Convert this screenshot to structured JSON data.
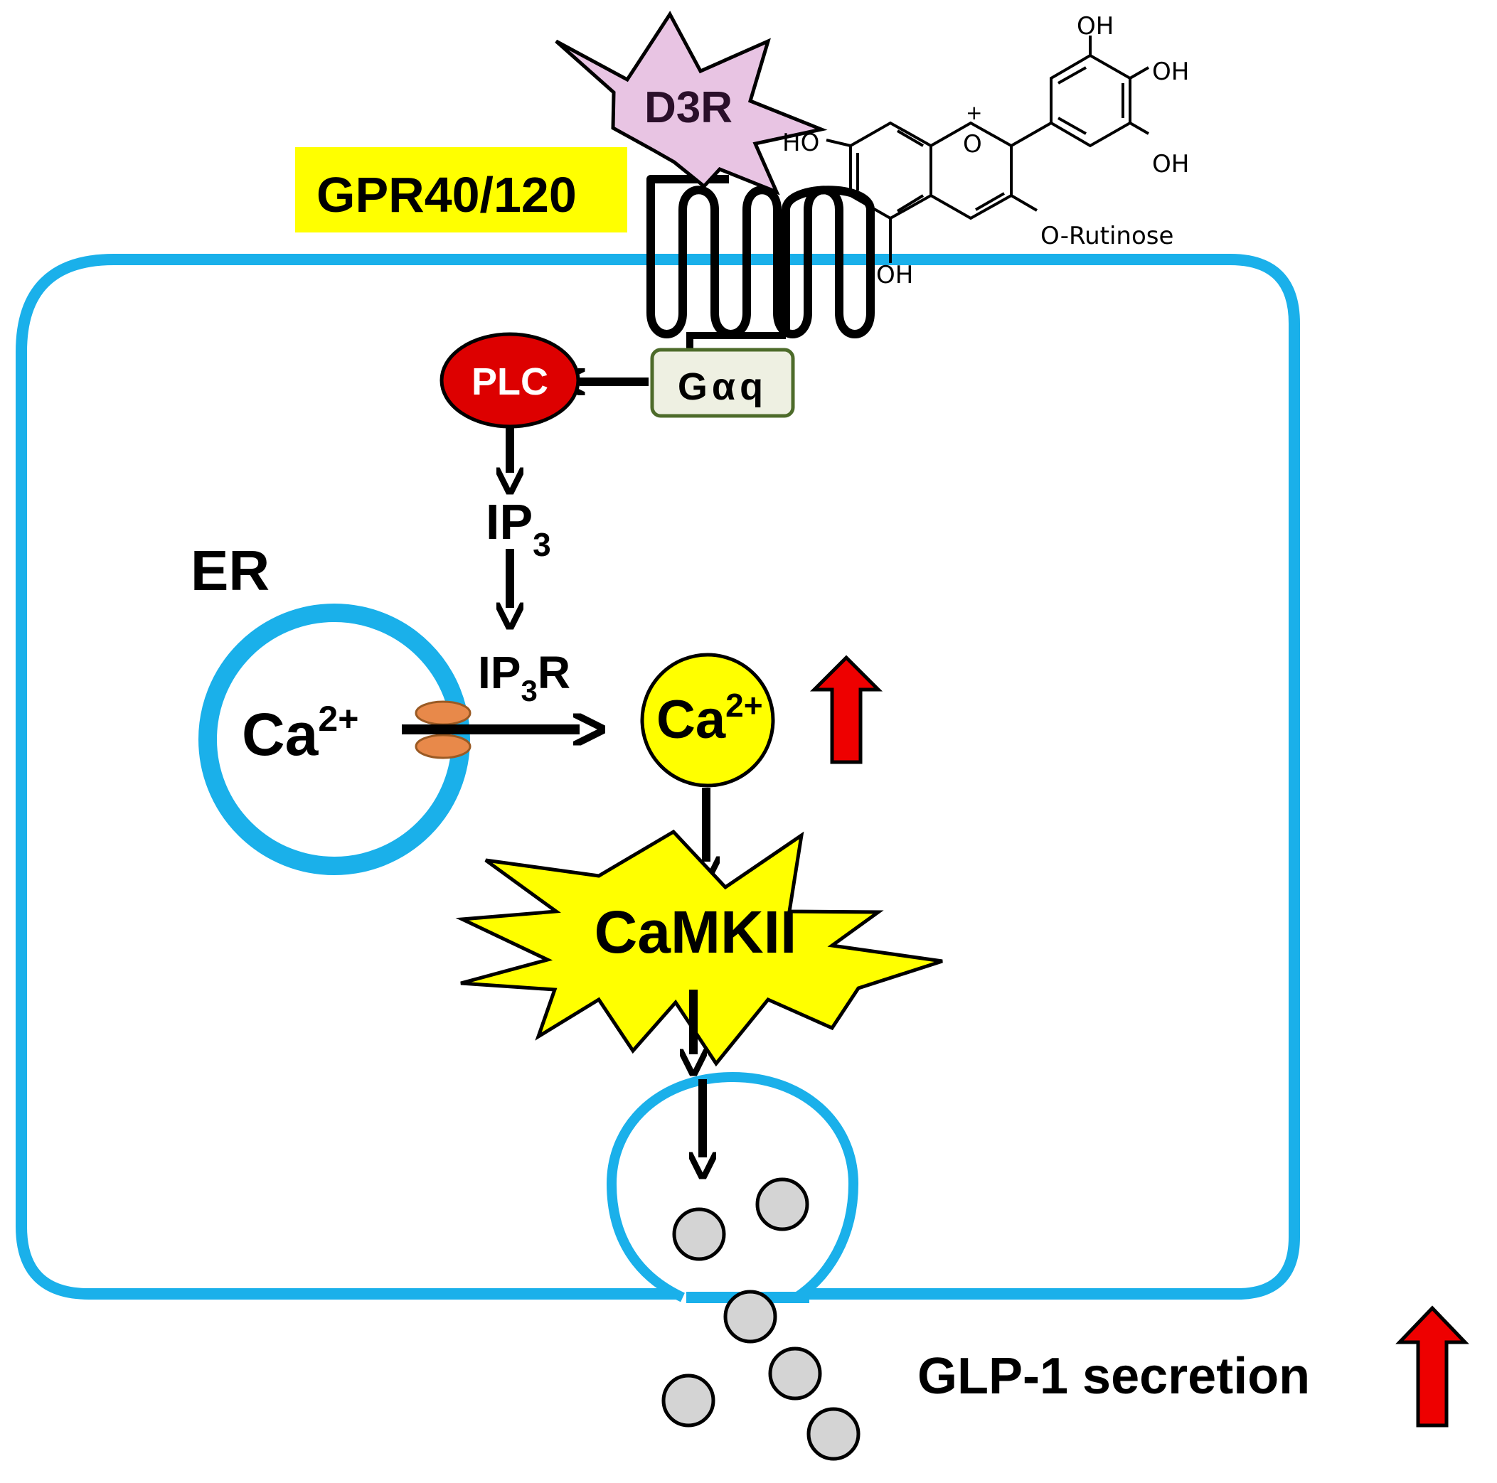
{
  "labels": {
    "receptor": "GPR40/120",
    "ligand": "D3R",
    "plc": "PLC",
    "galphaq": "Gαq",
    "ip3_base": "IP",
    "ip3_sub": "3",
    "ip3r_base": "IP",
    "ip3r_sub": "3",
    "ip3r_tail": "R",
    "er": "ER",
    "er_ca_base": "Ca",
    "er_ca_sup": "2+",
    "cyto_ca_base": "Ca",
    "cyto_ca_sup": "2+",
    "camkii": "CaMKII",
    "secretion": "GLP-1 secretion"
  },
  "molecule": {
    "oh_top": "OH",
    "oh_right": "OH",
    "oh_lower_right": "OH",
    "ho_left": "HO",
    "oh_bottom": "OH",
    "o_ring": "O",
    "o_charge": "+",
    "rutinose": "O-Rutinose"
  },
  "colors": {
    "membrane": "#1ab0ea",
    "receptor_highlight": "#ffff00",
    "ligand_fill": "#e8c4e3",
    "plc_fill": "#dd0000",
    "galphaq_fill": "#eef0e2",
    "galphaq_border": "#4d6b2a",
    "calcium_fill": "#ffff00",
    "camkii_fill": "#ffff00",
    "up_arrow": "#ee0000",
    "channel": "#e8894a",
    "granule": "#d4d4d4"
  }
}
